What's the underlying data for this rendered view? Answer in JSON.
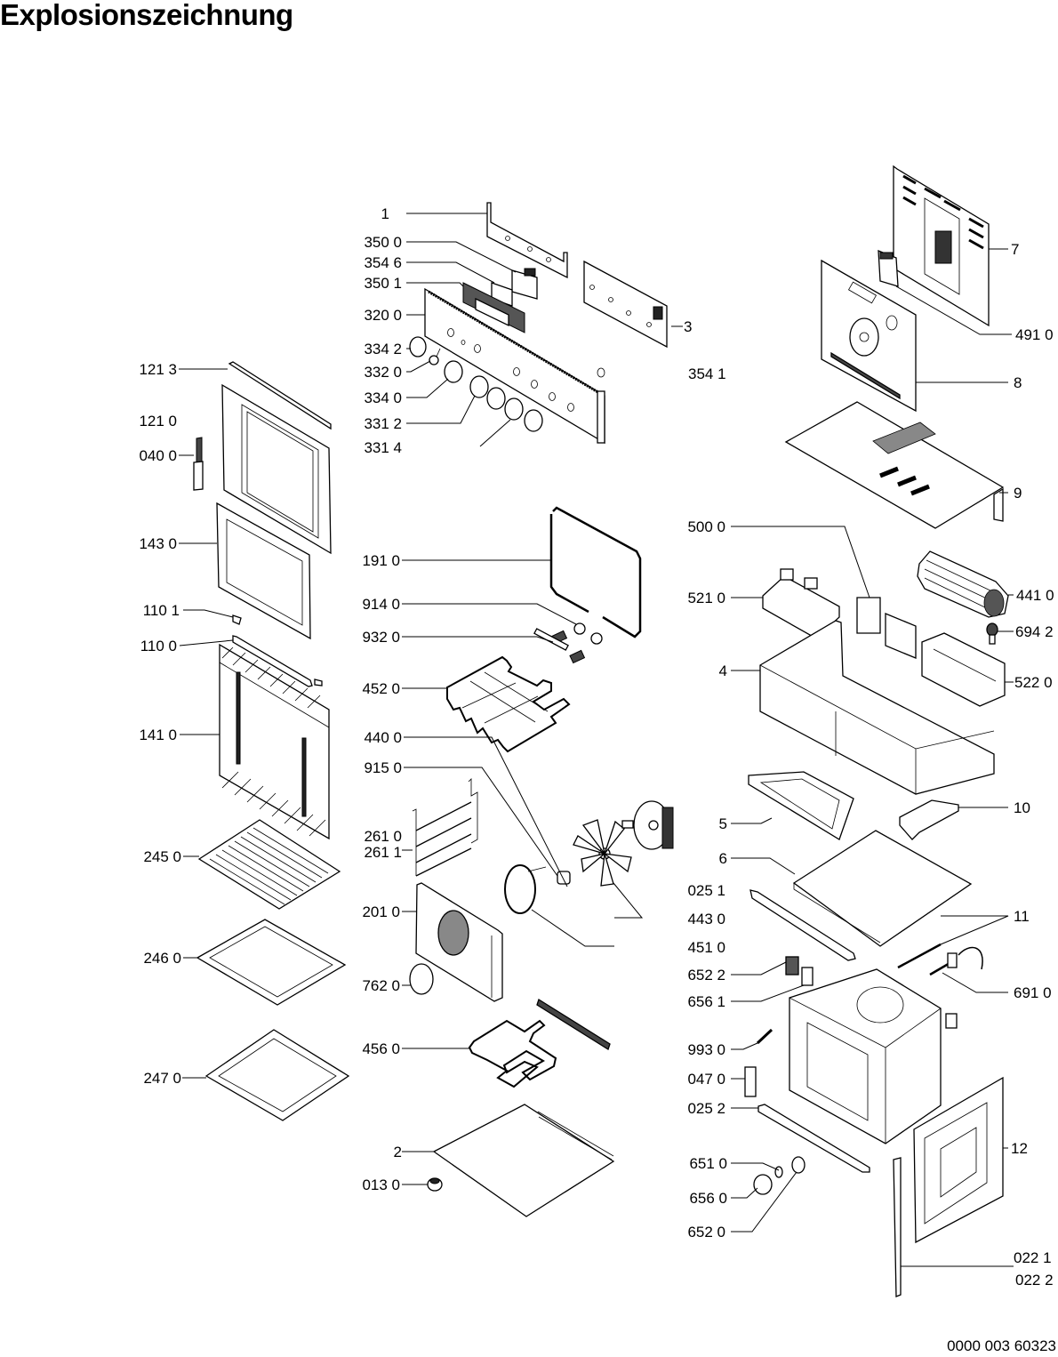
{
  "title": "Explosionszeichnung",
  "document_number": "0000 003 60323",
  "labels": {
    "p1": "1",
    "p3501": "350 0",
    "p3546": "354 6",
    "p3502": "350 1",
    "p3200": "320 0",
    "p3342": "334 2",
    "p3320": "332 0",
    "p3340": "334 0",
    "p3312": "331 2",
    "p3314": "331 4",
    "p3": "3",
    "p3541": "354 1",
    "p1213": "121 3",
    "p1210": "121 0",
    "p0400": "040 0",
    "p1430": "143 0",
    "p1101": "110 1",
    "p1100": "110 0",
    "p1410": "141 0",
    "p2450": "245 0",
    "p2460": "246 0",
    "p2470": "247 0",
    "p1910": "191 0",
    "p9140": "914 0",
    "p9320": "932 0",
    "p4520": "452 0",
    "p4400": "440 0",
    "p9150": "915 0",
    "p2610": "261 0",
    "p2611": "261 1",
    "p2010": "201 0",
    "p7620": "762 0",
    "p4560": "456 0",
    "p2": "2",
    "p0130": "013 0",
    "p7": "7",
    "p4910": "491 0",
    "p8": "8",
    "p9": "9",
    "p5000": "500 0",
    "p5210": "521 0",
    "p4410": "441 0",
    "p6942": "694 2",
    "p4": "4",
    "p5220": "522 0",
    "p5": "5",
    "p10": "10",
    "p6": "6",
    "p0251": "025 1",
    "p4430": "443 0",
    "p11": "11",
    "p4510": "451 0",
    "p6522": "652 2",
    "p6561": "656 1",
    "p6910": "691 0",
    "p9930": "993 0",
    "p0470": "047 0",
    "p0252": "025 2",
    "p12": "12",
    "p6510": "651 0",
    "p6560": "656 0",
    "p6520": "652 0",
    "p0221": "022 1",
    "p0222": "022 2"
  }
}
